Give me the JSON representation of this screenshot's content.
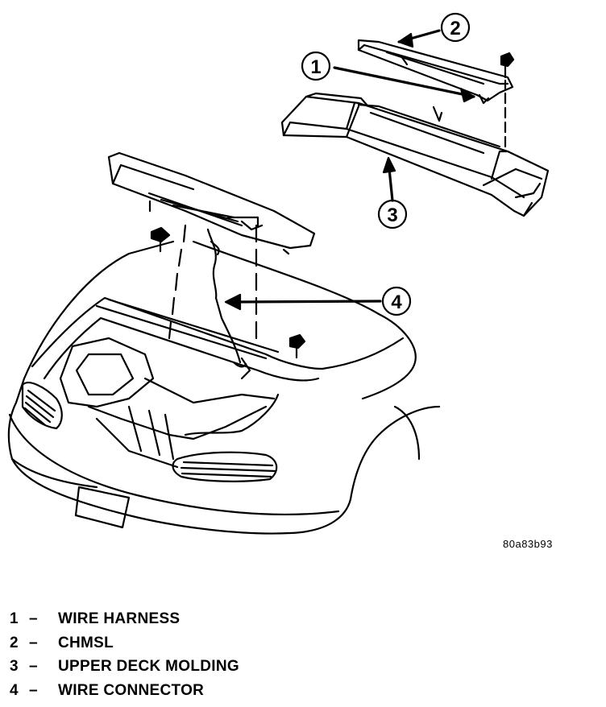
{
  "figure_code": "80a83b93",
  "callouts": [
    {
      "number": "1"
    },
    {
      "number": "2"
    },
    {
      "number": "3"
    },
    {
      "number": "4"
    }
  ],
  "legend": [
    {
      "number": "1",
      "dash": "–",
      "label": "WIRE HARNESS"
    },
    {
      "number": "2",
      "dash": "–",
      "label": "CHMSL"
    },
    {
      "number": "3",
      "dash": "–",
      "label": "UPPER DECK MOLDING"
    },
    {
      "number": "4",
      "dash": "–",
      "label": "WIRE CONNECTOR"
    }
  ]
}
